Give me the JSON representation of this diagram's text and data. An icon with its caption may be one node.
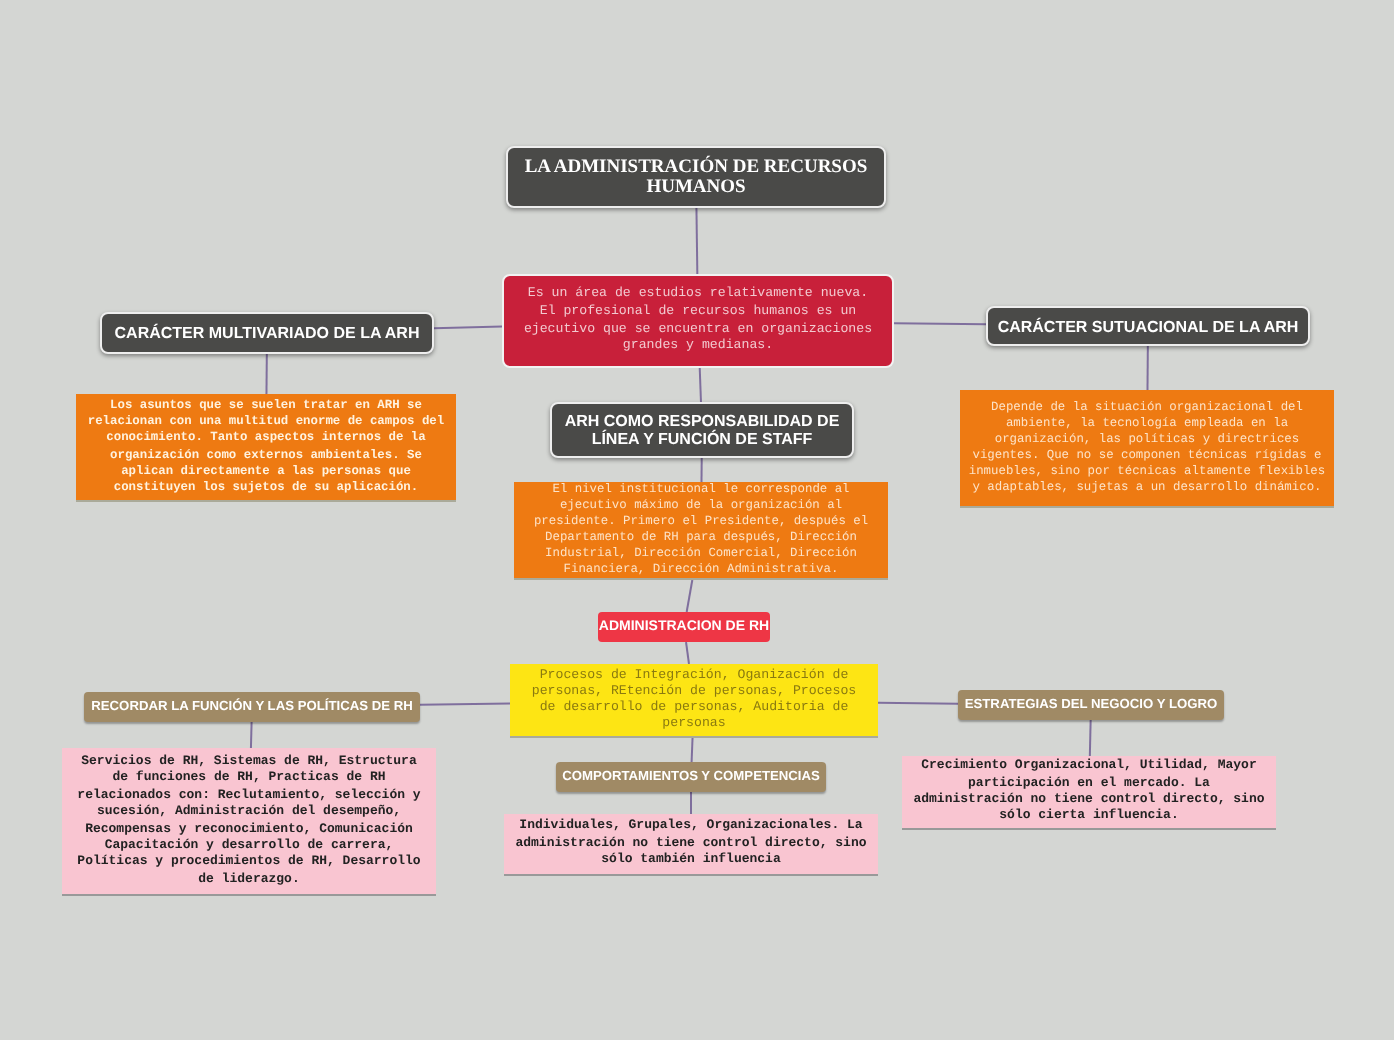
{
  "diagram": {
    "nodes": [
      {
        "text": [
          "LA ADMINISTRACIÓN DE RECURSOS HUMANOS"
        ]
      },
      {
        "text": [
          "Es un área de estudios relativamente nueva. El profesional de recursos humanos es un ejecutivo que se encuentra en organizaciones grandes y medianas."
        ]
      },
      {
        "text": [
          "CARÁCTER MULTIVARIADO DE LA ARH"
        ]
      },
      {
        "text": [
          "Los asuntos que se suelen tratar en ARH se relacionan con una multitud enorme de campos del conocimiento. Tanto aspectos internos de la organización como externos ambientales. Se aplican directamente a las personas que constituyen los sujetos de su aplicación."
        ]
      },
      {
        "text": [
          "CARÁCTER SUTUACIONAL DE LA ARH"
        ]
      },
      {
        "text": [
          "Depende de la situación organizacional del ambiente, la tecnología empleada en la organización, las políticas y directrices vigentes. Que no se componen técnicas rígidas e inmuebles, sino por técnicas altamente flexibles y adaptables, sujetas a un desarrollo dinámico."
        ]
      },
      {
        "text": [
          "ARH COMO RESPONSABILIDAD DE LÍNEA Y FUNCIÓN DE STAFF"
        ]
      },
      {
        "text": [
          "El nivel institucional le corresponde al ejecutivo máximo de la organización al presidente. Primero el Presidente, después el Departamento de RH para después, Dirección Industrial, Dirección Comercial, Dirección Financiera, Dirección Administrativa."
        ]
      },
      {
        "text": [
          "ADMINISTRACION DE RH"
        ]
      },
      {
        "text": [
          "Procesos de Integración, Oganización de personas, REtención de personas, Procesos de desarrollo de personas, Auditoria de personas"
        ]
      },
      {
        "text": [
          "RECORDAR LA FUNCIÓN Y LAS POLÍTICAS DE RH"
        ]
      },
      {
        "text": [
          "Servicios de RH, Sistemas de RH, Estructura de funciones de RH, Practicas de RH relacionados con: Reclutamiento, selección y sucesión, Administración del desempeño, Recompensas y reconocimiento, Comunicación Capacitación y desarrollo de carrera, Políticas y procedimientos de RH, Desarrollo de liderazgo."
        ]
      },
      {
        "text": [
          "COMPORTAMIENTOS Y COMPETENCIAS"
        ]
      },
      {
        "text": [
          "Individuales, Grupales, Organizacionales. La administración no tiene control directo, sino sólo también influencia"
        ]
      },
      {
        "text": [
          "ESTRATEGIAS DEL NEGOCIO Y LOGRO"
        ]
      },
      {
        "text": [
          "Crecimiento Organizacional, Utilidad, Mayor participación en el mercado. La administración no tiene control directo, sino sólo cierta influencia."
        ]
      }
    ],
    "edges": [
      {
        "from": 1,
        "to": 0,
        "arrow": "none"
      },
      {
        "from": 1,
        "to": 2,
        "arrow": "none"
      },
      {
        "from": 1,
        "to": 4,
        "arrow": "none"
      },
      {
        "from": 1,
        "to": 6,
        "arrow": "none"
      },
      {
        "from": 2,
        "to": 3,
        "arrow": "none"
      },
      {
        "from": 4,
        "to": 5,
        "arrow": "none"
      },
      {
        "from": 6,
        "to": 7,
        "arrow": "none"
      },
      {
        "from": 7,
        "to": 8,
        "arrow": "none"
      },
      {
        "from": 8,
        "to": 9,
        "arrow": "none"
      },
      {
        "from": 9,
        "to": 10,
        "arrow": "none"
      },
      {
        "from": 9,
        "to": 14,
        "arrow": "none"
      },
      {
        "from": 9,
        "to": 12,
        "arrow": "none"
      },
      {
        "from": 10,
        "to": 11,
        "arrow": "none"
      },
      {
        "from": 12,
        "to": 13,
        "arrow": "none"
      },
      {
        "from": 14,
        "to": 15,
        "arrow": "none"
      }
    ]
  }
}
